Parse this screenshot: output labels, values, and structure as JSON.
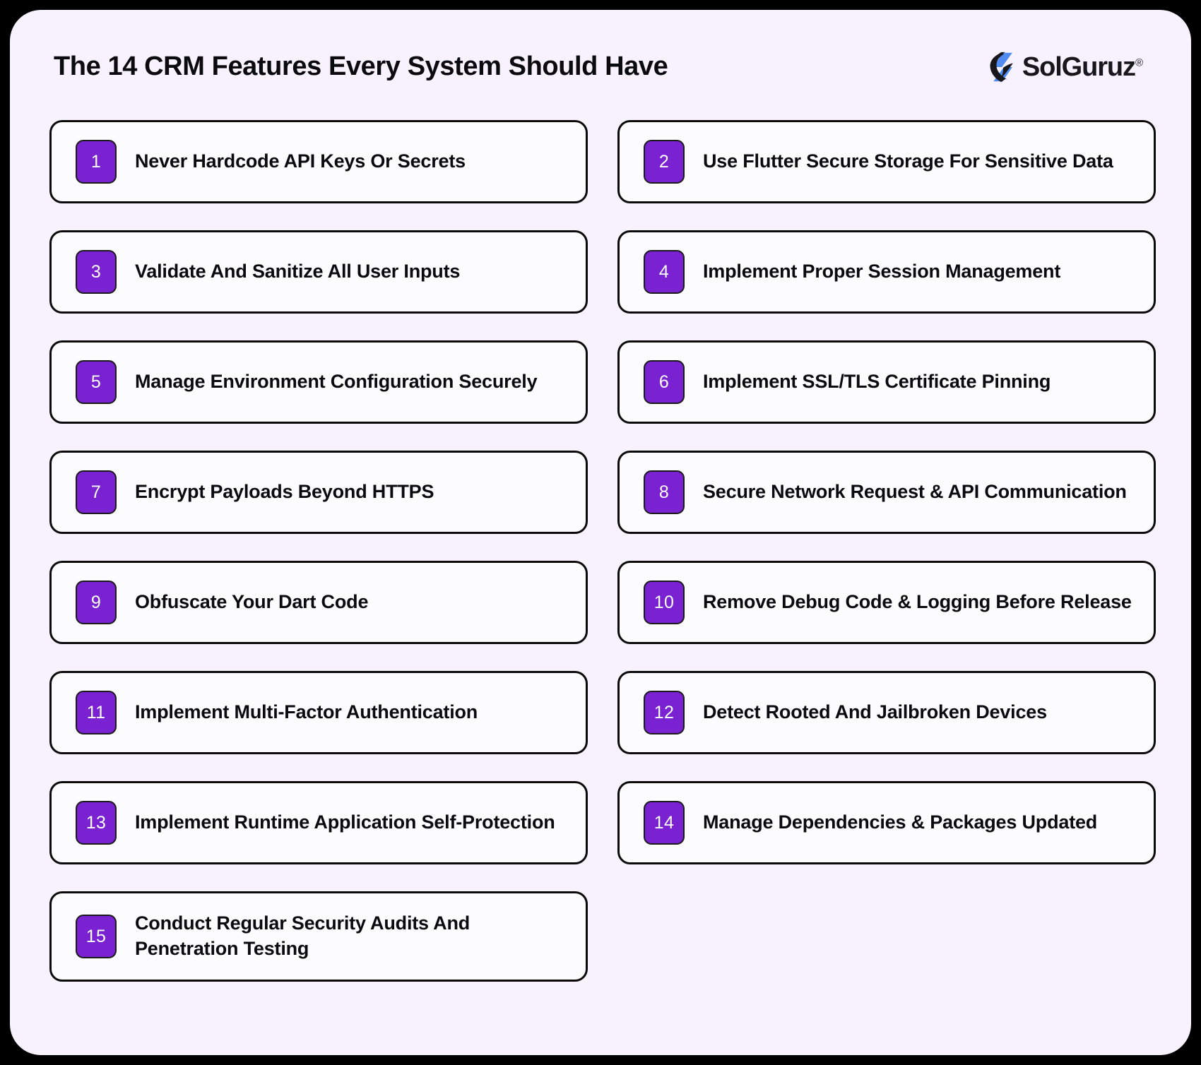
{
  "header": {
    "title": "The 14 CRM Features Every System Should Have",
    "logo": {
      "name": "SolGuruz",
      "registered_mark": "®",
      "mark_icon": "solguruz-swoosh-icon",
      "mark_color_blue": "#4F8BF0",
      "mark_color_dark": "#17171C"
    }
  },
  "theme": {
    "page_background": "#000000",
    "panel_background": "#F8F2FF",
    "card_background": "#FCFBFD",
    "card_border": "#0A0A0A",
    "badge_background": "#7A21D1",
    "badge_text": "#FFFFFF",
    "text_color": "#0B0B0F"
  },
  "cards": [
    {
      "number": "1",
      "label": "Never Hardcode API Keys Or Secrets"
    },
    {
      "number": "2",
      "label": "Use Flutter Secure Storage For Sensitive Data"
    },
    {
      "number": "3",
      "label": "Validate And Sanitize All User Inputs"
    },
    {
      "number": "4",
      "label": "Implement Proper Session Management"
    },
    {
      "number": "5",
      "label": "Manage Environment Configuration Securely"
    },
    {
      "number": "6",
      "label": "Implement SSL/TLS Certificate Pinning"
    },
    {
      "number": "7",
      "label": "Encrypt Payloads Beyond HTTPS"
    },
    {
      "number": "8",
      "label": "Secure Network Request & API Communication"
    },
    {
      "number": "9",
      "label": "Obfuscate Your Dart Code"
    },
    {
      "number": "10",
      "label": "Remove Debug Code & Logging Before Release"
    },
    {
      "number": "11",
      "label": "Implement Multi-Factor Authentication"
    },
    {
      "number": "12",
      "label": "Detect Rooted And Jailbroken Devices"
    },
    {
      "number": "13",
      "label": "Implement Runtime Application Self-Protection"
    },
    {
      "number": "14",
      "label": "Manage Dependencies & Packages Updated"
    },
    {
      "number": "15",
      "label_line1": "Conduct Regular Security Audits And",
      "label_line2": "Penetration Testing"
    }
  ]
}
